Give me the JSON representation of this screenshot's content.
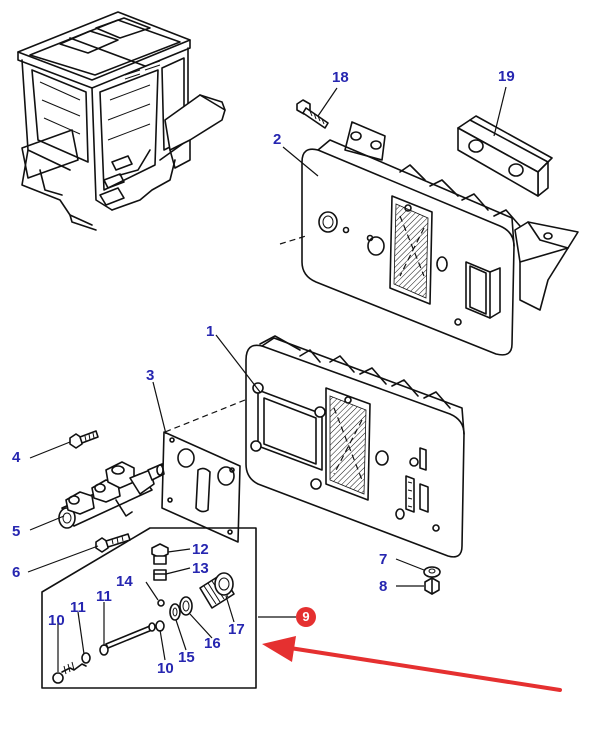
{
  "callouts": [
    {
      "id": "18",
      "text": "18"
    },
    {
      "id": "19",
      "text": "19"
    },
    {
      "id": "2",
      "text": "2"
    },
    {
      "id": "1",
      "text": "1"
    },
    {
      "id": "3",
      "text": "3"
    },
    {
      "id": "4",
      "text": "4"
    },
    {
      "id": "5",
      "text": "5"
    },
    {
      "id": "6",
      "text": "6"
    },
    {
      "id": "7",
      "text": "7"
    },
    {
      "id": "8",
      "text": "8"
    },
    {
      "id": "12",
      "text": "12"
    },
    {
      "id": "13",
      "text": "13"
    },
    {
      "id": "14",
      "text": "14"
    },
    {
      "id": "11a",
      "text": "11"
    },
    {
      "id": "11b",
      "text": "11"
    },
    {
      "id": "10a",
      "text": "10"
    },
    {
      "id": "10b",
      "text": "10"
    },
    {
      "id": "15",
      "text": "15"
    },
    {
      "id": "16",
      "text": "16"
    },
    {
      "id": "17",
      "text": "17"
    }
  ],
  "badge": {
    "text": "9",
    "color": "#e53030"
  },
  "colors": {
    "callout_text": "#2626b0",
    "arrow": "#e53030",
    "line_art": "#111111"
  }
}
